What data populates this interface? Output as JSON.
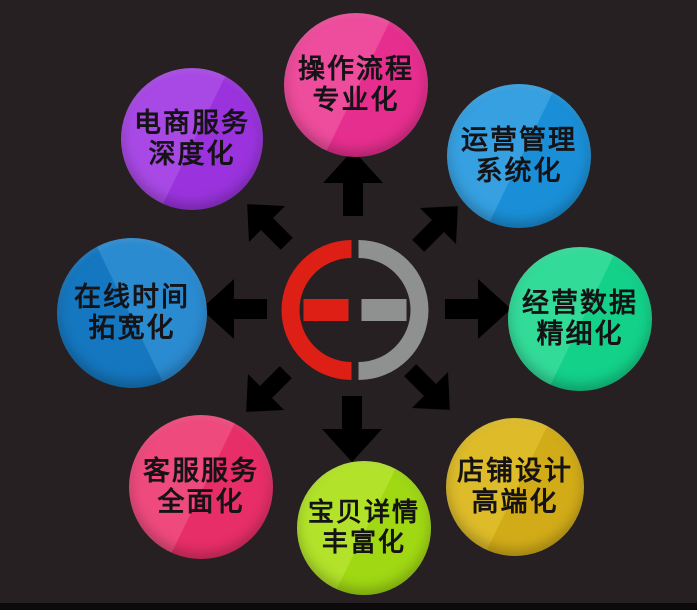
{
  "canvas": {
    "background_color": "#262022",
    "bottom_strip_color": "#0c0a0b",
    "text_color": "#151315"
  },
  "logo": {
    "description": "two facing E shapes forming a split circle",
    "left_color": "#dd1f16",
    "right_color": "#8f9090"
  },
  "nodes": [
    {
      "id": "top",
      "line1": "操作流程",
      "line2": "专业化",
      "color": "#e62e8e",
      "highlight": "#ee4c9c",
      "arrow_color": "#f667b2",
      "arrow_direction": "up"
    },
    {
      "id": "top-right",
      "line1": "运营管理",
      "line2": "系统化",
      "color": "#1a8fd7",
      "highlight": "#36a0e0",
      "arrow_color": "#45b8ef",
      "arrow_direction": "up-right"
    },
    {
      "id": "right",
      "line1": "经营数据",
      "line2": "精细化",
      "color": "#13d189",
      "highlight": "#33db99",
      "arrow_color": "#3cdf9b",
      "arrow_direction": "right"
    },
    {
      "id": "bottom-right",
      "line1": "店铺设计",
      "line2": "高端化",
      "color": "#d2ac18",
      "highlight": "#ddbb29",
      "arrow_color": "#ecc41c",
      "arrow_direction": "down-right"
    },
    {
      "id": "bottom",
      "line1": "宝贝详情",
      "line2": "丰富化",
      "color": "#a0d813",
      "highlight": "#b2e32a",
      "arrow_color": "#bce82f",
      "arrow_direction": "down"
    },
    {
      "id": "bottom-left",
      "line1": "客服服务",
      "line2": "全面化",
      "color": "#e72e68",
      "highlight": "#ee4a7e",
      "arrow_color": "#f282a8",
      "arrow_direction": "down-left"
    },
    {
      "id": "left",
      "line1": "在线时间",
      "line2": "拓宽化",
      "color": "#1577bf",
      "highlight": "#2b8bd1",
      "arrow_color": "#2f95d6",
      "arrow_direction": "left"
    },
    {
      "id": "top-left",
      "line1": "电商服务",
      "line2": "深度化",
      "color": "#9a33dd",
      "highlight": "#a849e5",
      "arrow_color": "#cb8ef4",
      "arrow_direction": "up-left"
    }
  ]
}
